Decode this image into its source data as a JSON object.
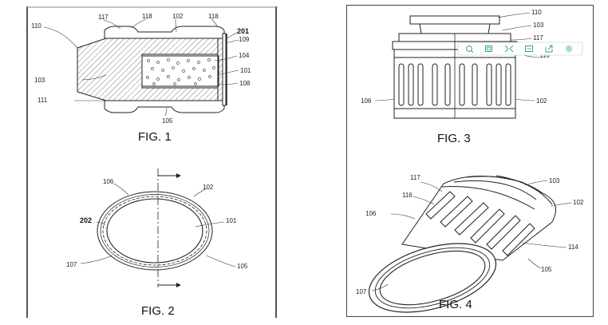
{
  "fig1": {
    "caption": "FIG. 1",
    "refs": {
      "r110": "110",
      "r117": "117",
      "r118a": "118",
      "r102": "102",
      "r118b": "118",
      "r201": "201",
      "r109": "109",
      "r104": "104",
      "r103": "103",
      "r101": "101",
      "r108": "108",
      "r111": "111",
      "r105": "105"
    }
  },
  "fig2": {
    "caption": "FIG. 2",
    "refs": {
      "r106": "106",
      "r102": "102",
      "r202": "202",
      "r101": "101",
      "r107": "107",
      "r105": "105"
    }
  },
  "fig3": {
    "caption": "FIG. 3",
    "refs": {
      "r110": "110",
      "r103": "103",
      "r117": "117",
      "r116": "116",
      "r106": "106",
      "r102": "102"
    }
  },
  "fig4": {
    "caption": "FIG. 4",
    "refs": {
      "r117": "117",
      "r103": "103",
      "r116": "116",
      "r102": "102",
      "r106": "106",
      "r114": "114",
      "r105": "105",
      "r107": "107"
    }
  },
  "toolbar": {
    "accent": "#3aa57a",
    "icons": [
      "zoom-icon",
      "frame-icon",
      "fit-icon",
      "crop-icon",
      "share-icon",
      "settings-icon"
    ]
  }
}
